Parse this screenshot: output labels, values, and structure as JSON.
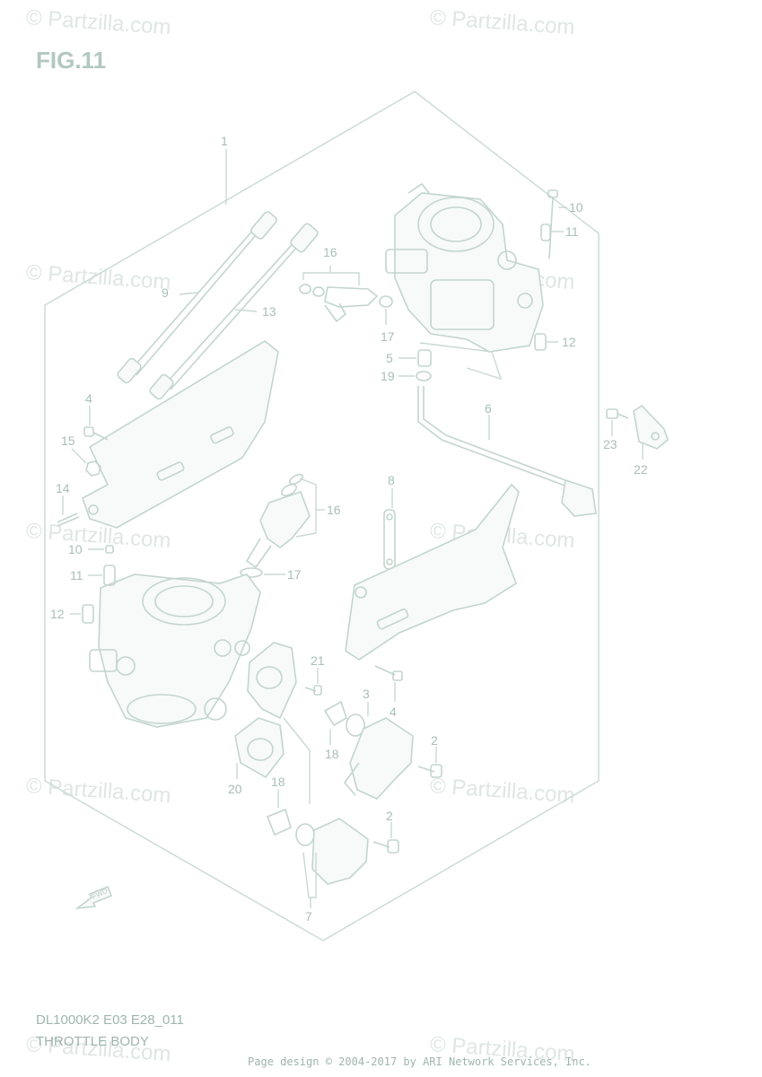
{
  "figure": {
    "title": "FIG.11",
    "diagram_code": "DL1000K2 E03 E28_011",
    "diagram_name": "THROTTLE BODY"
  },
  "watermark": "© Partzilla.com",
  "footer": "Page design © 2004-2017 by ARI Network Services, Inc.",
  "callouts": {
    "c1": "1",
    "c2a": "2",
    "c2b": "2",
    "c3": "3",
    "c4a": "4",
    "c4b": "4",
    "c5": "5",
    "c6": "6",
    "c7": "7",
    "c8": "8",
    "c9": "9",
    "c10a": "10",
    "c10b": "10",
    "c11a": "11",
    "c11b": "11",
    "c12a": "12",
    "c12b": "12",
    "c13": "13",
    "c14": "14",
    "c15": "15",
    "c16a": "16",
    "c16b": "16",
    "c17a": "17",
    "c17b": "17",
    "c18a": "18",
    "c18b": "18",
    "c19": "19",
    "c20": "20",
    "c21": "21",
    "c22": "22",
    "c23": "23"
  },
  "colors": {
    "line": "#c3d5cd",
    "text": "#a8beb6",
    "watermark": "#dfe6e3"
  },
  "icons": {
    "front_arrow": "fwd-arrow-icon"
  }
}
